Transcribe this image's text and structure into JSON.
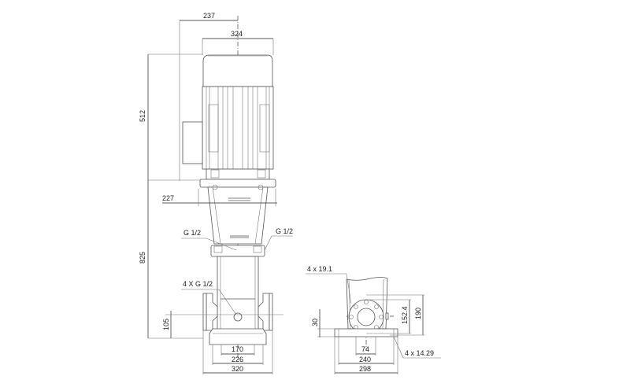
{
  "drawing": {
    "type": "pump dimensional drawing",
    "views": [
      "front-view",
      "side-view"
    ]
  },
  "front_view": {
    "dims": {
      "top_offset": "237",
      "motor_width": "324",
      "motor_height": "512",
      "pump_height": "825",
      "coupling_offset": "227",
      "port_height": "105",
      "base_inner": "170",
      "base_mid": "226",
      "flange_width": "320"
    },
    "labels": {
      "vent_left": "G 1/2",
      "vent_right": "G 1/2",
      "drain": "4 X G 1/2"
    }
  },
  "side_view": {
    "dims": {
      "bolt_hole_top": "4  x  19.1",
      "flange_bolt_circle": "152.4",
      "flange_height": "190",
      "base_thickness": "30",
      "port_center": "74",
      "base_holes": "240",
      "base_width": "298",
      "bolt_hole_base": "4  x  14.29"
    }
  }
}
